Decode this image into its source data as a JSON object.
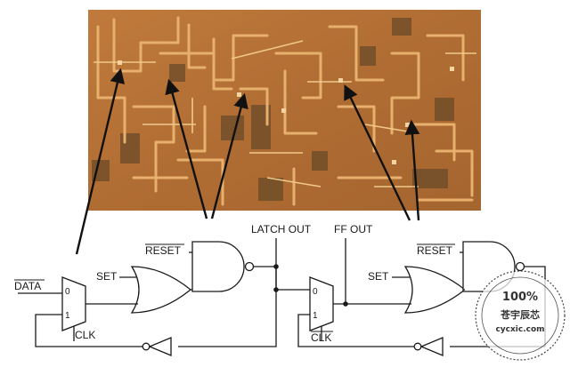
{
  "labels": {
    "latch_out": "LATCH OUT",
    "ff_out": "FF OUT",
    "data_bar": "DATA",
    "set_left": "SET",
    "reset_left": "RESET",
    "clk": "CLK",
    "set_right": "SET",
    "reset_right": "RESET",
    "clk_bar": "CLK",
    "mux_in0_left": "0",
    "mux_in1_left": "1",
    "mux_in0_right": "0",
    "mux_in1_right": "1"
  },
  "watermark": {
    "percent": "100%",
    "cn_name": "苍宇辰芯",
    "site": "cycxic.com"
  },
  "colors": {
    "wire": "#1a1a1a",
    "gate_fill": "#ffffff",
    "die_base": "#b7773a",
    "die_trace": "#e3a965",
    "die_dark": "#5b4526",
    "arrow": "#111111"
  },
  "icons": {
    "mux": "multiplexer-symbol",
    "or_gate": "or-gate-symbol",
    "nand_gate": "nand-gate-symbol",
    "inverter": "inverter-symbol",
    "junction": "wire-junction-dot"
  }
}
